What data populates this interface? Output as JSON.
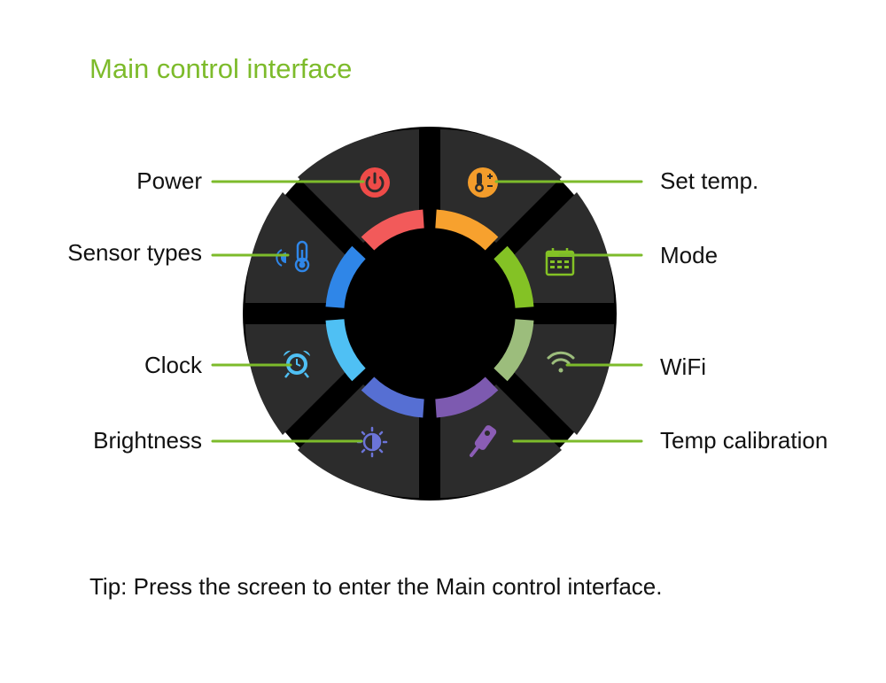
{
  "title": "Main control interface",
  "tip": "Tip: Press the screen to enter the Main control interface.",
  "colors": {
    "title": "#7dbb2b",
    "leader_line": "#7dbb2b",
    "dial_bg": "#000000",
    "panel": "#2c2c2c"
  },
  "controls": [
    {
      "id": "power",
      "label": "Power",
      "icon": "power-icon",
      "arc_color": "#f25a5a",
      "icon_color": "#ef4b48"
    },
    {
      "id": "set-temp",
      "label": "Set temp.",
      "icon": "thermometer-plus-minus-icon",
      "arc_color": "#f7a12e",
      "icon_color": "#f39c2b"
    },
    {
      "id": "mode",
      "label": "Mode",
      "icon": "calendar-icon",
      "arc_color": "#84c225",
      "icon_color": "#84c225"
    },
    {
      "id": "wifi",
      "label": "WiFi",
      "icon": "wifi-icon",
      "arc_color": "#9cbd7c",
      "icon_color": "#9cbd7c"
    },
    {
      "id": "temp-calibration",
      "label": "Temp calibration",
      "icon": "probe-icon",
      "arc_color": "#7d5ab0",
      "icon_color": "#8b5db5"
    },
    {
      "id": "brightness",
      "label": "Brightness",
      "icon": "brightness-icon",
      "arc_color": "#566fd3",
      "icon_color": "#6b74d8"
    },
    {
      "id": "clock",
      "label": "Clock",
      "icon": "alarm-clock-icon",
      "arc_color": "#4fc0f4",
      "icon_color": "#4fc0f4"
    },
    {
      "id": "sensor-types",
      "label": "Sensor types",
      "icon": "sensor-thermometer-icon",
      "arc_color": "#2f86e8",
      "icon_color": "#2f86e8"
    }
  ]
}
